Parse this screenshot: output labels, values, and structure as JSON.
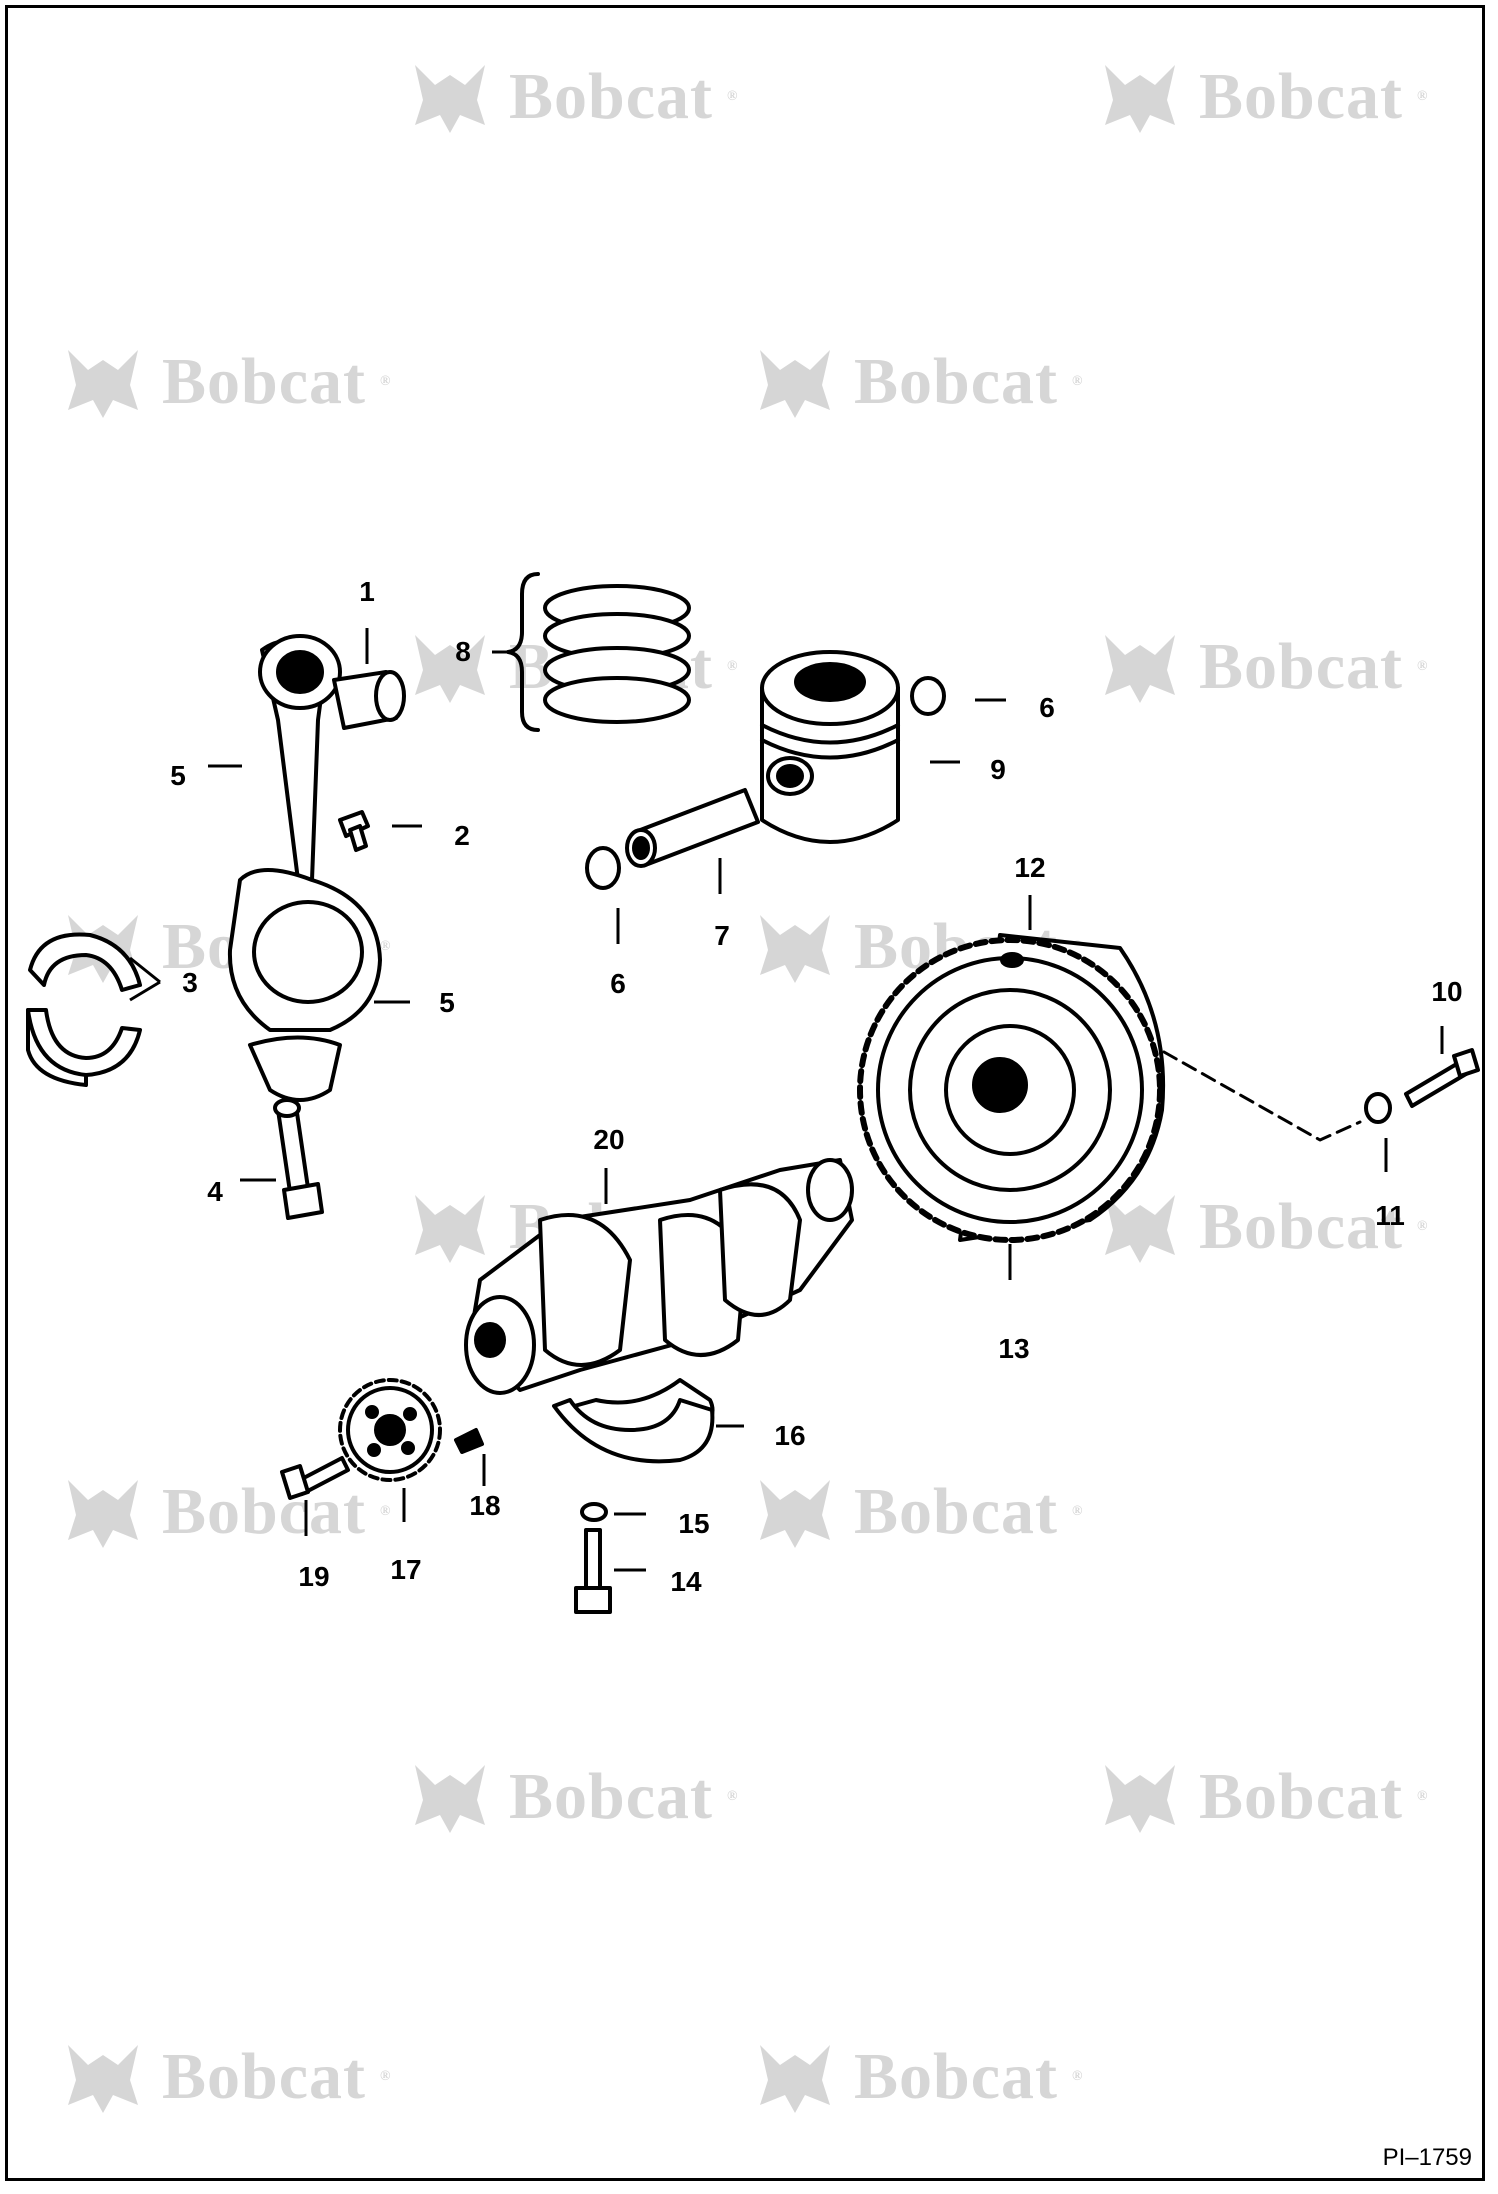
{
  "watermark": {
    "brand": "Bobcat",
    "mark": "®",
    "color": "#d6d6d6"
  },
  "figure_id": "PI–1759",
  "callouts": [
    {
      "id": "1",
      "text": "1"
    },
    {
      "id": "2",
      "text": "2"
    },
    {
      "id": "3",
      "text": "3"
    },
    {
      "id": "4",
      "text": "4"
    },
    {
      "id": "5a",
      "text": "5"
    },
    {
      "id": "5b",
      "text": "5"
    },
    {
      "id": "6a",
      "text": "6"
    },
    {
      "id": "6b",
      "text": "6"
    },
    {
      "id": "7",
      "text": "7"
    },
    {
      "id": "8",
      "text": "8"
    },
    {
      "id": "9",
      "text": "9"
    },
    {
      "id": "10",
      "text": "10"
    },
    {
      "id": "11",
      "text": "11"
    },
    {
      "id": "12",
      "text": "12"
    },
    {
      "id": "13",
      "text": "13"
    },
    {
      "id": "14",
      "text": "14"
    },
    {
      "id": "15",
      "text": "15"
    },
    {
      "id": "16",
      "text": "16"
    },
    {
      "id": "17",
      "text": "17"
    },
    {
      "id": "18",
      "text": "18"
    },
    {
      "id": "19",
      "text": "19"
    },
    {
      "id": "20",
      "text": "20"
    }
  ]
}
